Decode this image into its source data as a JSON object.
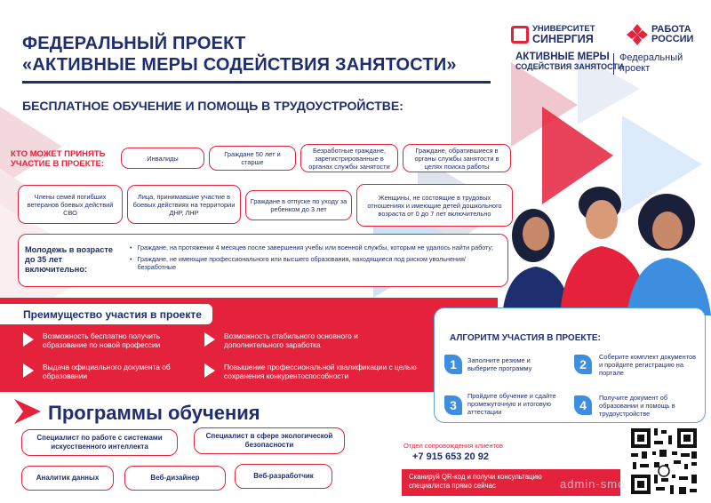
{
  "header": {
    "line1": "ФЕДЕРАЛЬНЫЙ ПРОЕКТ",
    "line2": "«АКТИВНЫЕ МЕРЫ СОДЕЙСТВИЯ ЗАНЯТОСТИ»",
    "subtitle": "БЕСПЛАТНОЕ ОБУЧЕНИЕ И ПОМОЩЬ В ТРУДОУСТРОЙСТВЕ:"
  },
  "logos": {
    "synergy_1": "УНИВЕРСИТЕТ",
    "synergy_2": "СИНЕРГИЯ",
    "rabota_1": "РАБОТА",
    "rabota_2": "РОССИИ",
    "am_title": "АКТИВНЫЕ МЕРЫ",
    "am_sub": "СОДЕЙСТВИЯ ЗАНЯТОСТИ",
    "fp_1": "Федеральный",
    "fp_2": "проект"
  },
  "participants": {
    "label_1": "КТО МОЖЕТ ПРИНЯТЬ",
    "label_2": "УЧАСТИЕ В ПРОЕКТЕ:",
    "c1": "Инвалиды",
    "c2": "Граждане 50 лет и старше",
    "c3": "Безработные граждане, зарегистрированные в органах службы занятости",
    "c4": "Граждане, обратившиеся в органы службы занятости в целях поиска работы",
    "c5": "Члены семей погибших ветеранов боевых действий СВО",
    "c6": "Лица, принимавшие участие в боевых действиях на территории ДНР, ЛНР",
    "c7": "Граждане в отпуске по уходу за ребенком до 3 лет",
    "c8": "Женщины, не состоящие в трудовых отношениях и имеющие детей дошкольного возраста от 0 до 7 лет включительно"
  },
  "youth": {
    "label": "Молодежь в возрасте до 35 лет включительно:",
    "items": [
      "Граждане, на протяжении 4 месяцев после завершения учебы или военной службы, которым не удалось найти работу;",
      "Граждане, не имеющие профессионального или высшего образования, находящиеся под риском увольнения/безработные"
    ]
  },
  "advantages": {
    "heading": "Преимущество участия в проекте",
    "items": [
      "Возможность бесплатно получить образование по новой профессии",
      "Возможность стабильного основного и дополнительного заработка",
      "Выдача официального документа об образовании",
      "Повышение профессиональной квалификации с целью сохранения конкурентоспособности"
    ]
  },
  "algorithm": {
    "title": "АЛГОРИТМ УЧАСТИЯ В ПРОЕКТЕ:",
    "steps": [
      {
        "n": "1",
        "text": "Заполните резюме и выберите программу"
      },
      {
        "n": "2",
        "text": "Соберите комплект документов и пройдите регистрацию на портале"
      },
      {
        "n": "3",
        "text": "Пройдите обучение и сдайте промежуточную и итоговую аттестации"
      },
      {
        "n": "4",
        "text": "Получите документ об образовании и помощь в трудоустройстве"
      }
    ]
  },
  "programs": {
    "title": "Программы обучения",
    "items": [
      "Специалист по работе с системами искусственного интеллекта",
      "Специалист в сфере экологической безопасности",
      "Аналитик данных",
      "Веб-дизайнер",
      "Веб-разработчик"
    ]
  },
  "contact": {
    "label": "Отдел сопровождения клиентов",
    "phone": "+7 915 653 20 92",
    "scan_1": "Сканируй QR-код и получи консультацию",
    "scan_2": "специалиста прямо сейчас"
  },
  "watermark": "admin-smo",
  "colors": {
    "navy": "#1e2e6e",
    "red": "#e4223b",
    "blue": "#3e8ee0"
  }
}
